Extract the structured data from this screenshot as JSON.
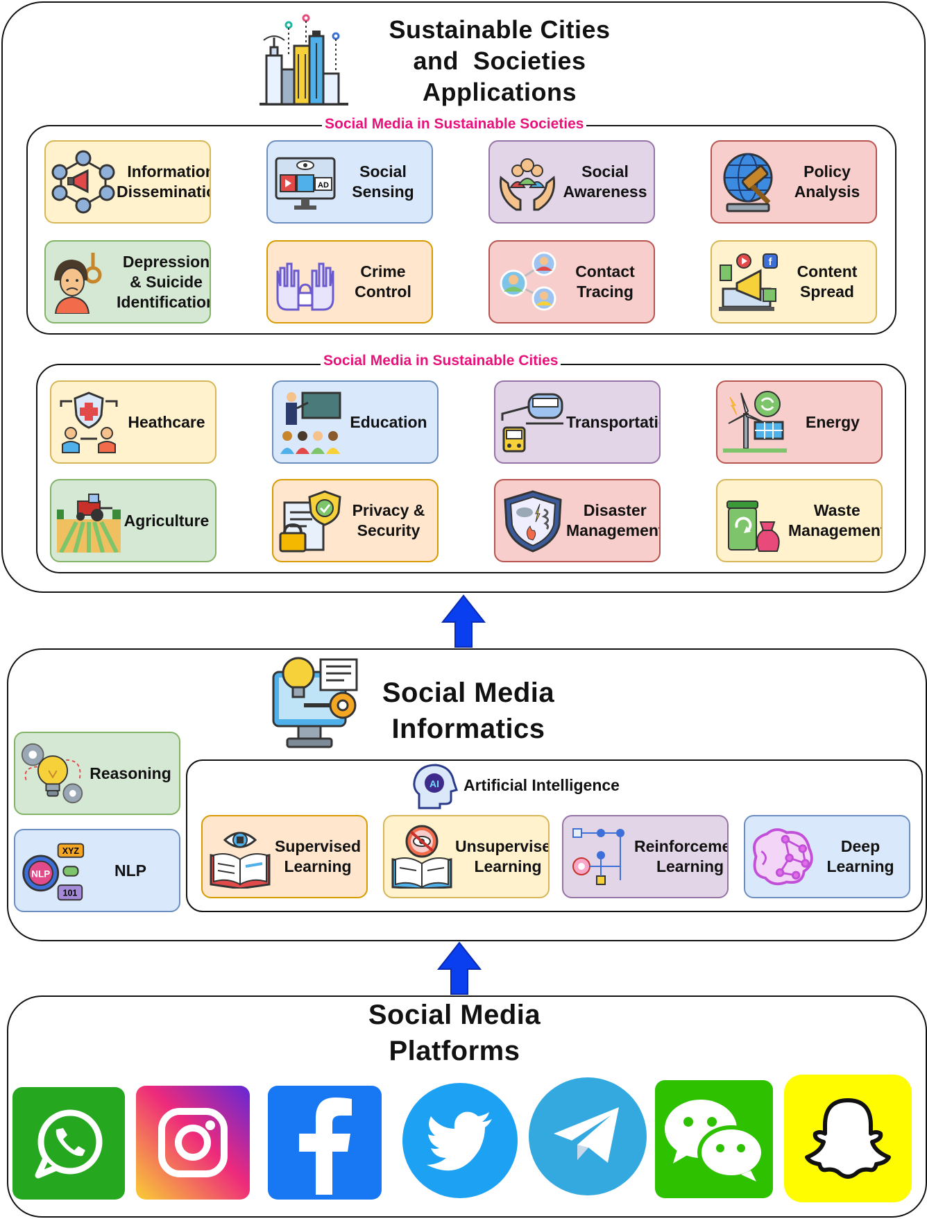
{
  "top": {
    "title_line1": "Sustainable Cities",
    "title_line2": "and  Societies",
    "title_line3": "Applications",
    "societies_label": "Social Media in Sustainable Societies",
    "cities_label": "Social Media in Sustainable Cities",
    "societies": [
      {
        "label": "Information\nDissemination",
        "icon": "network-megaphone-icon"
      },
      {
        "label": "Social\nSensing",
        "icon": "monitor-ad-icon"
      },
      {
        "label": "Social\nAwareness",
        "icon": "hands-people-icon"
      },
      {
        "label": "Policy\nAnalysis",
        "icon": "globe-gavel-icon"
      },
      {
        "label": "Depression\n& Suicide\nIdentification",
        "icon": "sad-person-noose-icon"
      },
      {
        "label": "Crime\nControl",
        "icon": "raised-hands-lock-icon"
      },
      {
        "label": "Contact\nTracing",
        "icon": "contacts-network-icon"
      },
      {
        "label": "Content\nSpread",
        "icon": "laptop-megaphone-icon"
      }
    ],
    "cities": [
      {
        "label": "Heathcare",
        "icon": "healthcare-shield-icon"
      },
      {
        "label": "Education",
        "icon": "classroom-icon"
      },
      {
        "label": "Transportation",
        "icon": "train-bus-icon"
      },
      {
        "label": "Energy",
        "icon": "wind-solar-icon"
      },
      {
        "label": "Agriculture",
        "icon": "tractor-field-icon"
      },
      {
        "label": "Privacy &\nSecurity",
        "icon": "document-shield-lock-icon"
      },
      {
        "label": "Disaster\nManagement",
        "icon": "disaster-shield-icon"
      },
      {
        "label": "Waste\nManagement",
        "icon": "recycle-bin-icon"
      }
    ]
  },
  "middle": {
    "title_line1": "Social Media",
    "title_line2": "Informatics",
    "ai_label": "Artificial Intelligence",
    "side": [
      {
        "label": "Reasoning",
        "icon": "bulb-gears-icon"
      },
      {
        "label": "NLP",
        "icon": "nlp-gear-icon"
      }
    ],
    "ai_items": [
      {
        "label": "Supervised\nLearning",
        "icon": "book-eye-icon"
      },
      {
        "label": "Unsupervised\nLearning",
        "icon": "book-no-eye-icon"
      },
      {
        "label": "Reinforcement\nLearning",
        "icon": "flowchart-brain-icon"
      },
      {
        "label": "Deep\nLearning",
        "icon": "neural-brain-icon"
      }
    ]
  },
  "bottom": {
    "title_line1": "Social Media",
    "title_line2": "Platforms",
    "platforms": [
      {
        "name": "whatsapp",
        "icon": "whatsapp-icon",
        "color": "#25a81f"
      },
      {
        "name": "instagram",
        "icon": "instagram-icon",
        "color": "#e1306c"
      },
      {
        "name": "facebook",
        "icon": "facebook-icon",
        "color": "#1877f2"
      },
      {
        "name": "twitter",
        "icon": "twitter-icon",
        "color": "#1da1f2"
      },
      {
        "name": "telegram",
        "icon": "telegram-icon",
        "color": "#34a9e0"
      },
      {
        "name": "wechat",
        "icon": "wechat-icon",
        "color": "#2dc100"
      },
      {
        "name": "snapchat",
        "icon": "snapchat-icon",
        "color": "#fffc00"
      }
    ]
  },
  "colors": {
    "arrow": "#0a3ff0",
    "group_label": "#e8107a"
  }
}
